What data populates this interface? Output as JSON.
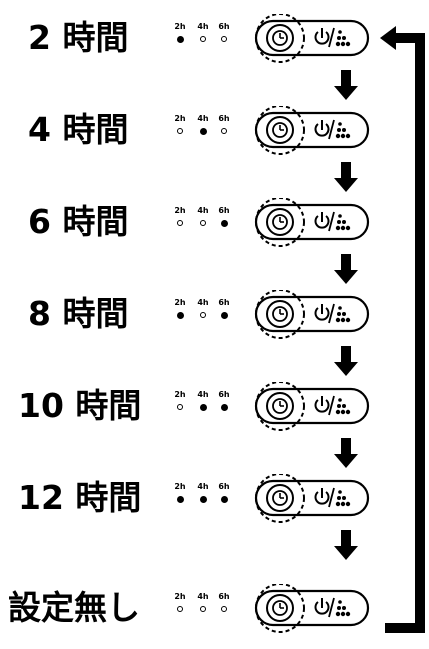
{
  "steps": [
    {
      "label": "2 時間",
      "leds": [
        true,
        false,
        false
      ]
    },
    {
      "label": "4 時間",
      "leds": [
        false,
        true,
        false
      ]
    },
    {
      "label": "6 時間",
      "leds": [
        false,
        false,
        true
      ]
    },
    {
      "label": "8 時間",
      "leds": [
        true,
        false,
        true
      ]
    },
    {
      "label": "10 時間",
      "leds": [
        false,
        true,
        true
      ]
    },
    {
      "label": "12 時間",
      "leds": [
        true,
        true,
        true
      ]
    },
    {
      "label": "設定無し",
      "leds": [
        false,
        false,
        false
      ]
    }
  ],
  "indicator_labels": [
    "2h",
    "4h",
    "6h"
  ],
  "panel_icons": [
    "timer-button-icon",
    "power-fan-button-icon"
  ],
  "colors": {
    "ink": "#000000",
    "background": "#ffffff"
  }
}
